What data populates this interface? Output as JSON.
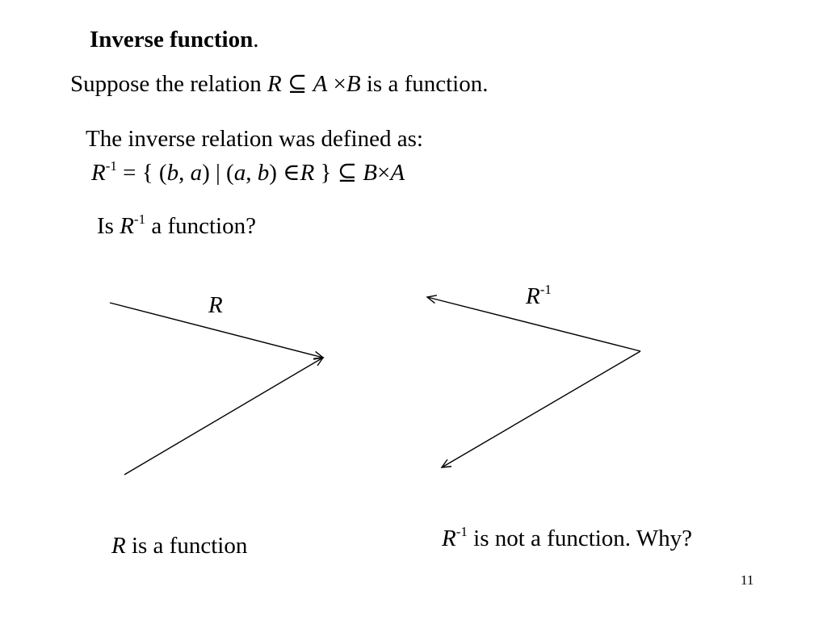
{
  "slide": {
    "title": "Inverse function",
    "title_punct": ".",
    "line1": {
      "prefix": "Suppose  the relation ",
      "r": "R",
      "subseteq": " ⊆ ",
      "a": "A",
      "times": " ×",
      "b": "B",
      "suffix": " is a function."
    },
    "line2": "The inverse relation was defined as:",
    "line3": {
      "r": "R",
      "exp": "-1",
      "eq": " = { (",
      "b1": "b",
      "comma1": ", ",
      "a1": "a",
      "mid": ") | (",
      "a2": "a",
      "comma2": ", ",
      "b2": "b",
      "in": ") ∈",
      "r2": "R",
      "close": " } ⊆ ",
      "b3": "B",
      "times": "×",
      "a3": "A"
    },
    "line4": {
      "is": "Is ",
      "r": "R",
      "exp": "-1",
      "rest": "  a  function?"
    },
    "diagram_left_label": "R",
    "diagram_right_label": {
      "r": "R",
      "exp": "-1"
    },
    "caption_left": {
      "r": "R",
      "rest": " is a function"
    },
    "caption_right": {
      "r": "R",
      "exp": "-1",
      "rest": " is  not a function. Why?"
    },
    "page_number": "11"
  }
}
